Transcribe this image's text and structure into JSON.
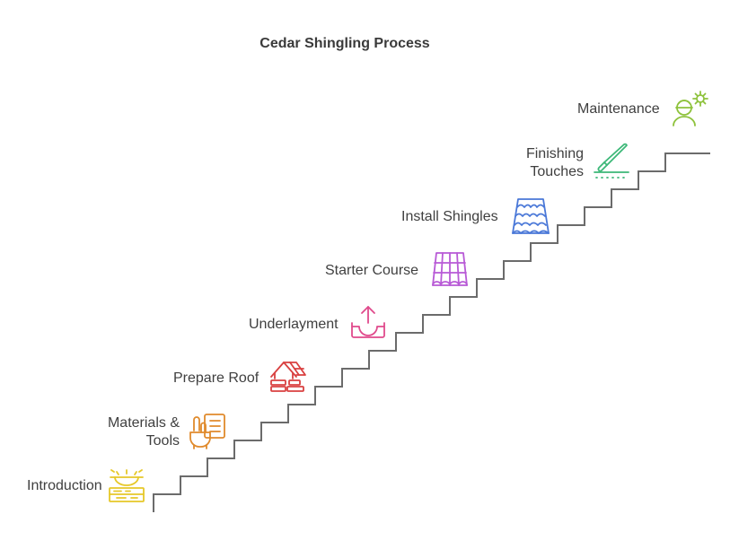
{
  "title": "Cedar Shingling Process",
  "steps": [
    {
      "label": "Introduction",
      "icon": "sun-plank-icon",
      "color": "#e6c829"
    },
    {
      "label": "Materials &\nTools",
      "icon": "tools-list-icon",
      "color": "#e08a2c"
    },
    {
      "label": "Prepare Roof",
      "icon": "house-roof-icon",
      "color": "#d94040"
    },
    {
      "label": "Underlayment",
      "icon": "upload-tray-icon",
      "color": "#e04a8c"
    },
    {
      "label": "Starter Course",
      "icon": "roof-tiles-icon",
      "color": "#b85ad6"
    },
    {
      "label": "Install Shingles",
      "icon": "shingles-icon",
      "color": "#4a78d8"
    },
    {
      "label": "Finishing\nTouches",
      "icon": "knife-icon",
      "color": "#3cb878"
    },
    {
      "label": "Maintenance",
      "icon": "worker-gear-icon",
      "color": "#8ec23c"
    }
  ],
  "stair_color": "#6b6b6b"
}
